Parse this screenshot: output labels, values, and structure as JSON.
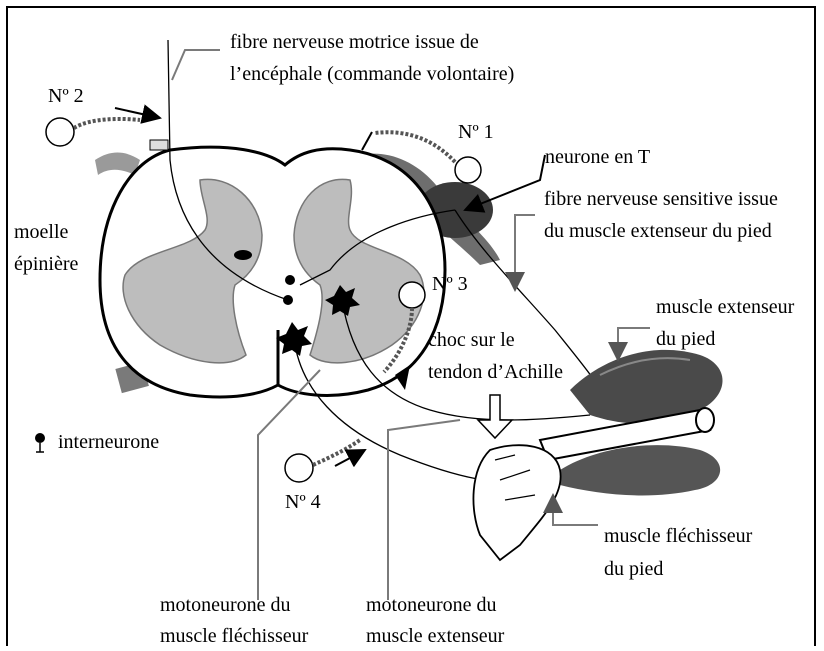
{
  "labels": {
    "fibre_motrice_l1": "fibre nerveuse motrice issue de",
    "fibre_motrice_l2": "l’encéphale (commande volontaire)",
    "no2": "Nº 2",
    "no1": "Nº 1",
    "neurone_t": "neurone en T",
    "fibre_sensitive_l1": "fibre nerveuse sensitive issue",
    "fibre_sensitive_l2": "du muscle extenseur du pied",
    "moelle_l1": "moelle",
    "moelle_l2": "épinière",
    "no3": "Nº 3",
    "muscle_ext_l1": "muscle extenseur",
    "muscle_ext_l2": "du pied",
    "choc_l1": "choc sur le",
    "choc_l2": "tendon d’Achille",
    "interneurone": "interneurone",
    "no4": "Nº 4",
    "muscle_flech_l1": "muscle fléchisseur",
    "muscle_flech_l2": "du pied",
    "moto_flech_l1": "motoneurone du",
    "moto_flech_l2": "muscle fléchisseur",
    "moto_ext_l1": "motoneurone du",
    "moto_ext_l2": "muscle extenseur"
  },
  "colors": {
    "ink": "#000000",
    "grey_matter": "#bdbdbd",
    "muscle": "#4a4a4a",
    "leader_line": "#7a7a7a"
  },
  "icons": [
    "electrode-icon-no1",
    "electrode-icon-no2",
    "electrode-icon-no3",
    "electrode-icon-no4",
    "interneurone-icon",
    "stimulus-arrow-icon"
  ]
}
